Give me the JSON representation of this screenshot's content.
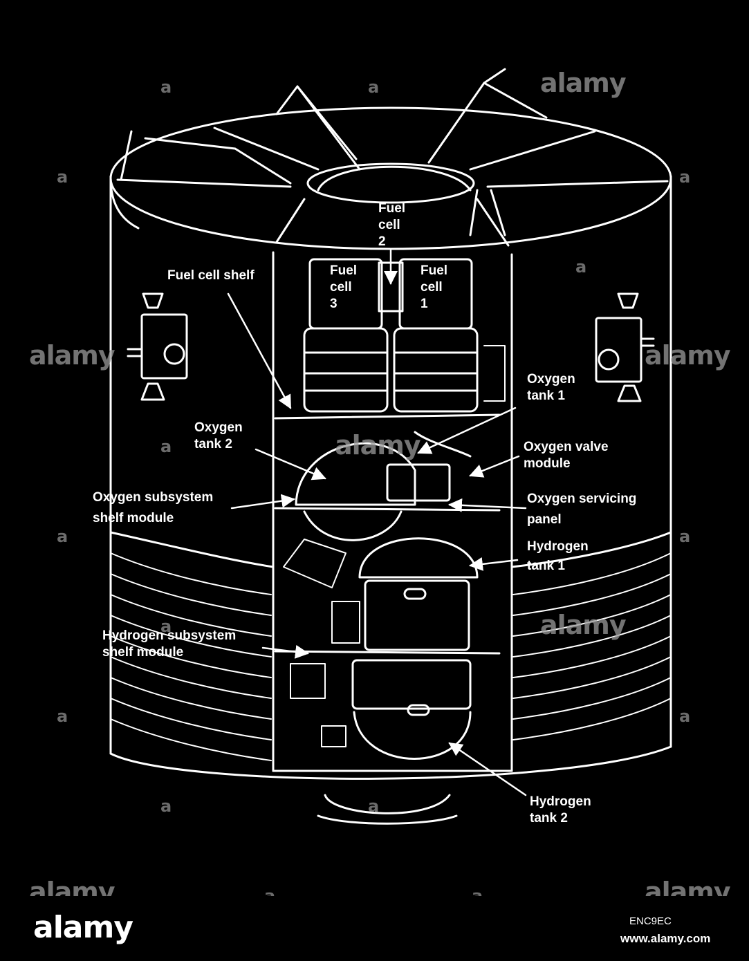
{
  "labels": {
    "fuel_cell_2": "Fuel\ncell\n2",
    "fuel_cell_3": "Fuel\ncell\n3",
    "fuel_cell_1": "Fuel\ncell\n1",
    "fuel_cell_shelf": "Fuel cell shelf",
    "oxygen_tank_1": "Oxygen\ntank 1",
    "oxygen_tank_2": "Oxygen\ntank 2",
    "oxygen_valve_module": "Oxygen valve\nmodule",
    "oxygen_subsystem_shelf_module": "Oxygen subsystem\nshelf module",
    "oxygen_servicing_panel": "Oxygen servicing\npanel",
    "hydrogen_tank_1": "Hydrogen\ntank 1",
    "hydrogen_subsystem_shelf_module": "Hydrogen subsystem\nshelf module",
    "hydrogen_tank_2": "Hydrogen\ntank 2"
  },
  "watermark": {
    "brand": "alamy",
    "letter": "a"
  },
  "footer": {
    "logo": "alamy",
    "image_code": "ENC9EC",
    "url": "www.alamy.com"
  },
  "colors": {
    "background": "#000000",
    "linework": "#ffffff",
    "watermark": "#9a9a9a"
  }
}
